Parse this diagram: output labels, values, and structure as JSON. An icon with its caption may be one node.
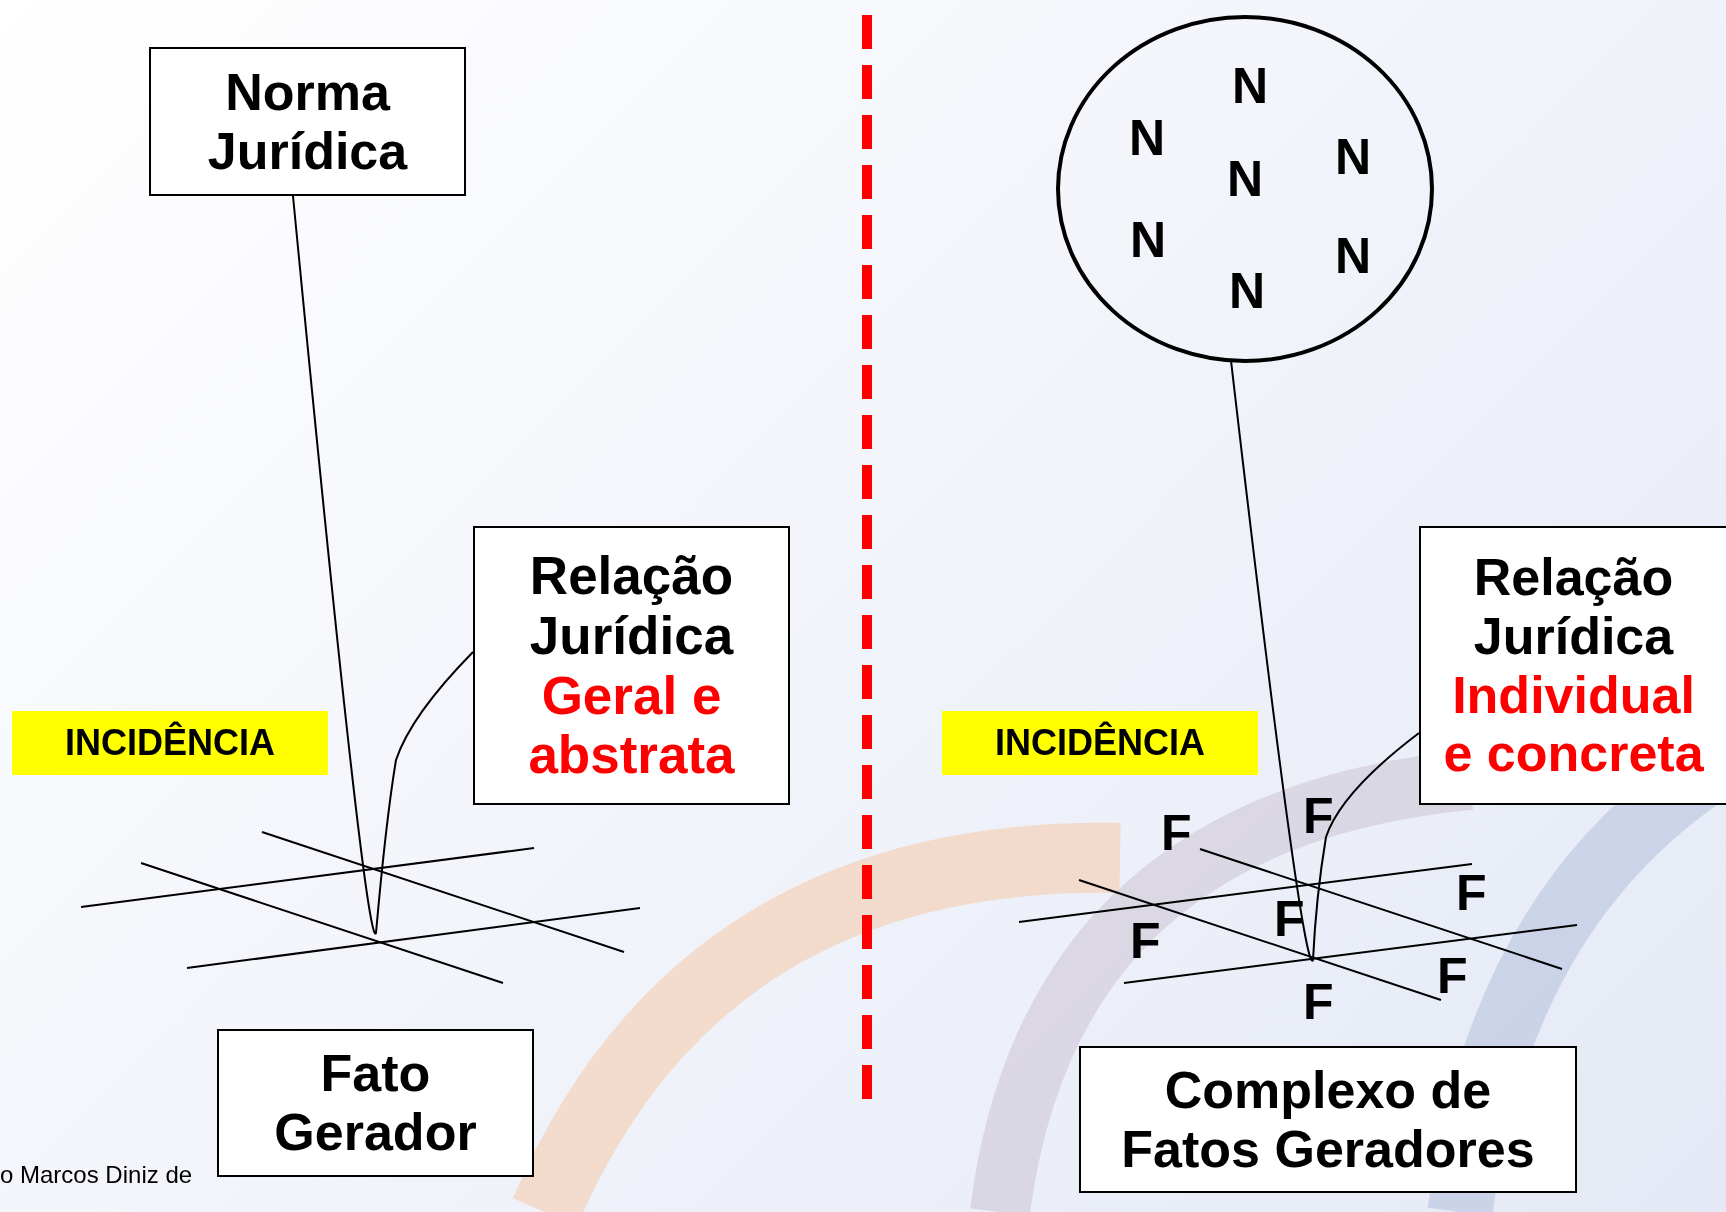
{
  "diagram": {
    "nodes": [
      {
        "text": [
          "Norma Jurídica"
        ]
      },
      {
        "text": [
          "N",
          "N",
          "N",
          "N",
          "N",
          "N",
          "N"
        ]
      },
      {
        "text": [
          "Relação Jurídica",
          "Geral e abstrata"
        ]
      },
      {
        "text": [
          "Relação Jurídica",
          "Individual e concreta"
        ]
      },
      {
        "text": [
          "INCIDÊNCIA"
        ]
      },
      {
        "text": [
          "INCIDÊNCIA"
        ]
      },
      {
        "text": [
          "Fato Gerador"
        ]
      },
      {
        "text": [
          "Complexo de Fatos Geradores"
        ]
      }
    ],
    "edges": [
      {
        "from": 0,
        "to": 2,
        "arrow": "none"
      },
      {
        "from": 1,
        "to": 3,
        "arrow": "none"
      }
    ],
    "labels": [
      "F",
      "F",
      "F",
      "F",
      "F",
      "F",
      "F",
      "o Marcos Diniz de"
    ]
  }
}
